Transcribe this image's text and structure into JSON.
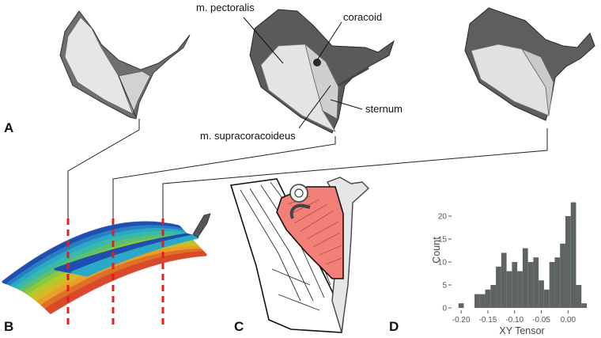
{
  "panels": {
    "A": "A",
    "B": "B",
    "C": "C",
    "D": "D"
  },
  "annotations": {
    "pectoralis": "m. pectoralis",
    "coracoid": "coracoid",
    "sternum": "sternum",
    "supracoracoideus": "m. supracoracoideus"
  },
  "colors": {
    "bone_dark": "#555555",
    "muscle_fill": "#f08078",
    "cut_marker": "#e02020",
    "histogram_bar": "#5e6462"
  },
  "chart_data": {
    "type": "bar",
    "xlabel": "XY Tensor",
    "ylabel": "Count",
    "xlim": [
      -0.215,
      0.035
    ],
    "ylim": [
      0,
      25
    ],
    "grid": false,
    "x_ticks": [
      "-0.20",
      "-0.15",
      "-0.10",
      "-0.05",
      "0.00"
    ],
    "x_tick_values": [
      -0.2,
      -0.15,
      -0.1,
      -0.05,
      0.0
    ],
    "y_ticks": [
      "0",
      "5",
      "10",
      "15",
      "20"
    ],
    "y_tick_values": [
      0,
      5,
      10,
      15,
      20
    ],
    "bin_width": 0.01,
    "bin_starts": [
      -0.205,
      -0.195,
      -0.185,
      -0.175,
      -0.165,
      -0.155,
      -0.145,
      -0.135,
      -0.125,
      -0.115,
      -0.105,
      -0.095,
      -0.085,
      -0.075,
      -0.065,
      -0.055,
      -0.045,
      -0.035,
      -0.025,
      -0.015,
      -0.005,
      0.005,
      0.015,
      0.025
    ],
    "values": [
      1,
      0,
      0,
      3,
      3,
      4,
      5,
      9,
      12,
      8,
      10,
      8,
      13,
      10,
      11,
      6,
      4,
      10,
      11,
      14,
      20,
      23,
      5,
      1
    ]
  }
}
